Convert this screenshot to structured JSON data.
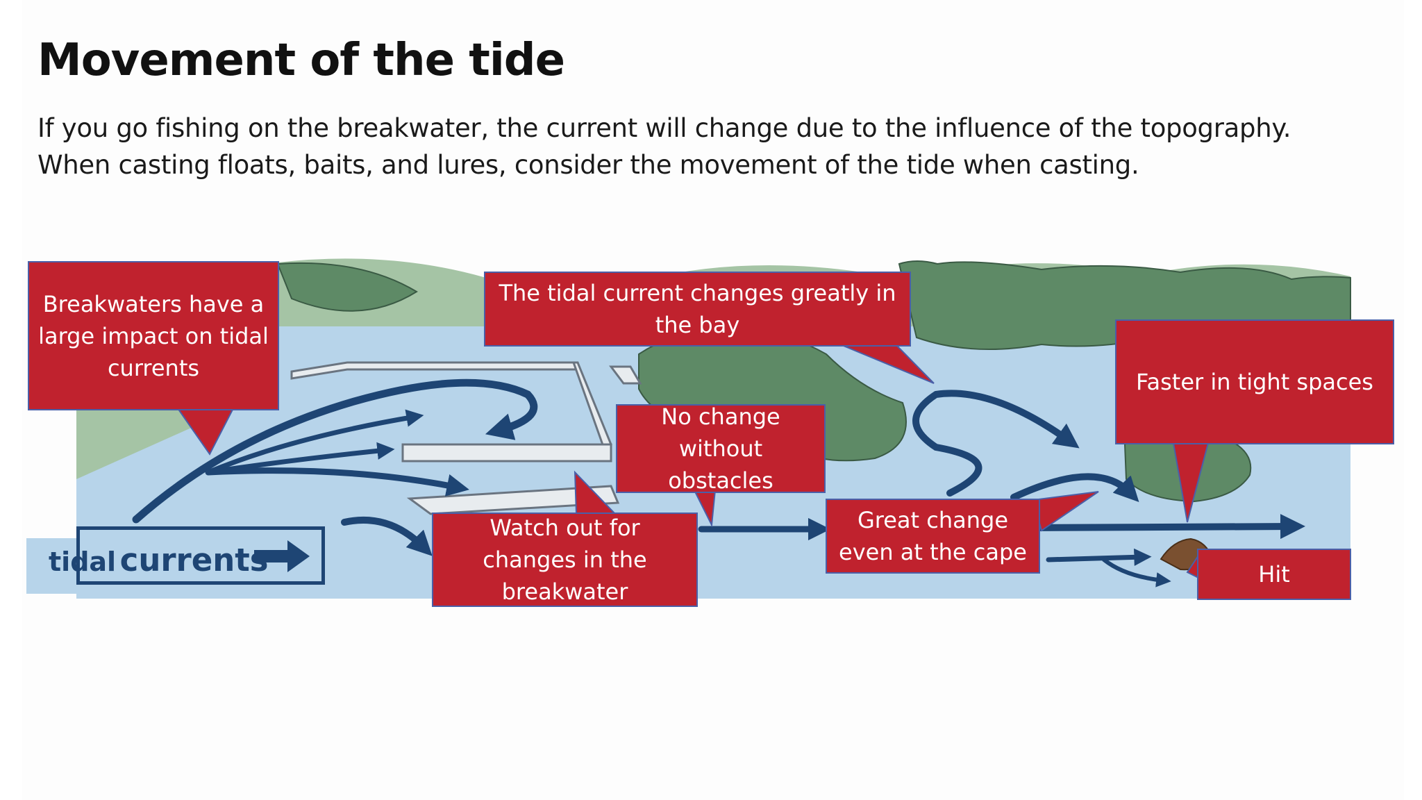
{
  "title": "Movement of the tide",
  "subtitle": {
    "line1": "If you go fishing on the breakwater, the current will change due to the influence of the topography.",
    "line2": "When casting floats, baits, and lures, consider the movement of the tide when casting."
  },
  "legend": {
    "word1": "tidal",
    "word2": "currents",
    "arrow_icon": "right-arrow-icon"
  },
  "callouts": {
    "breakwaters": [
      "Breakwaters have a",
      "large impact on tidal",
      "currents"
    ],
    "bay": [
      "The tidal current changes greatly in",
      "the bay"
    ],
    "tight": [
      "Faster in tight spaces"
    ],
    "no_change": [
      "No change",
      "without",
      "obstacles"
    ],
    "watch": [
      "Watch out for",
      "changes in the",
      "breakwater"
    ],
    "cape": [
      "Great change",
      "even at the cape"
    ],
    "hit": [
      "Hit"
    ]
  },
  "colors": {
    "callout_fill": "#c0222e",
    "callout_border": "#4a5fa8",
    "water": "#b7d4ea",
    "arrow": "#1e4574",
    "hill_dark": "#5e8a66",
    "hill_light": "#a5c4a5",
    "rock": "#7a5030"
  }
}
